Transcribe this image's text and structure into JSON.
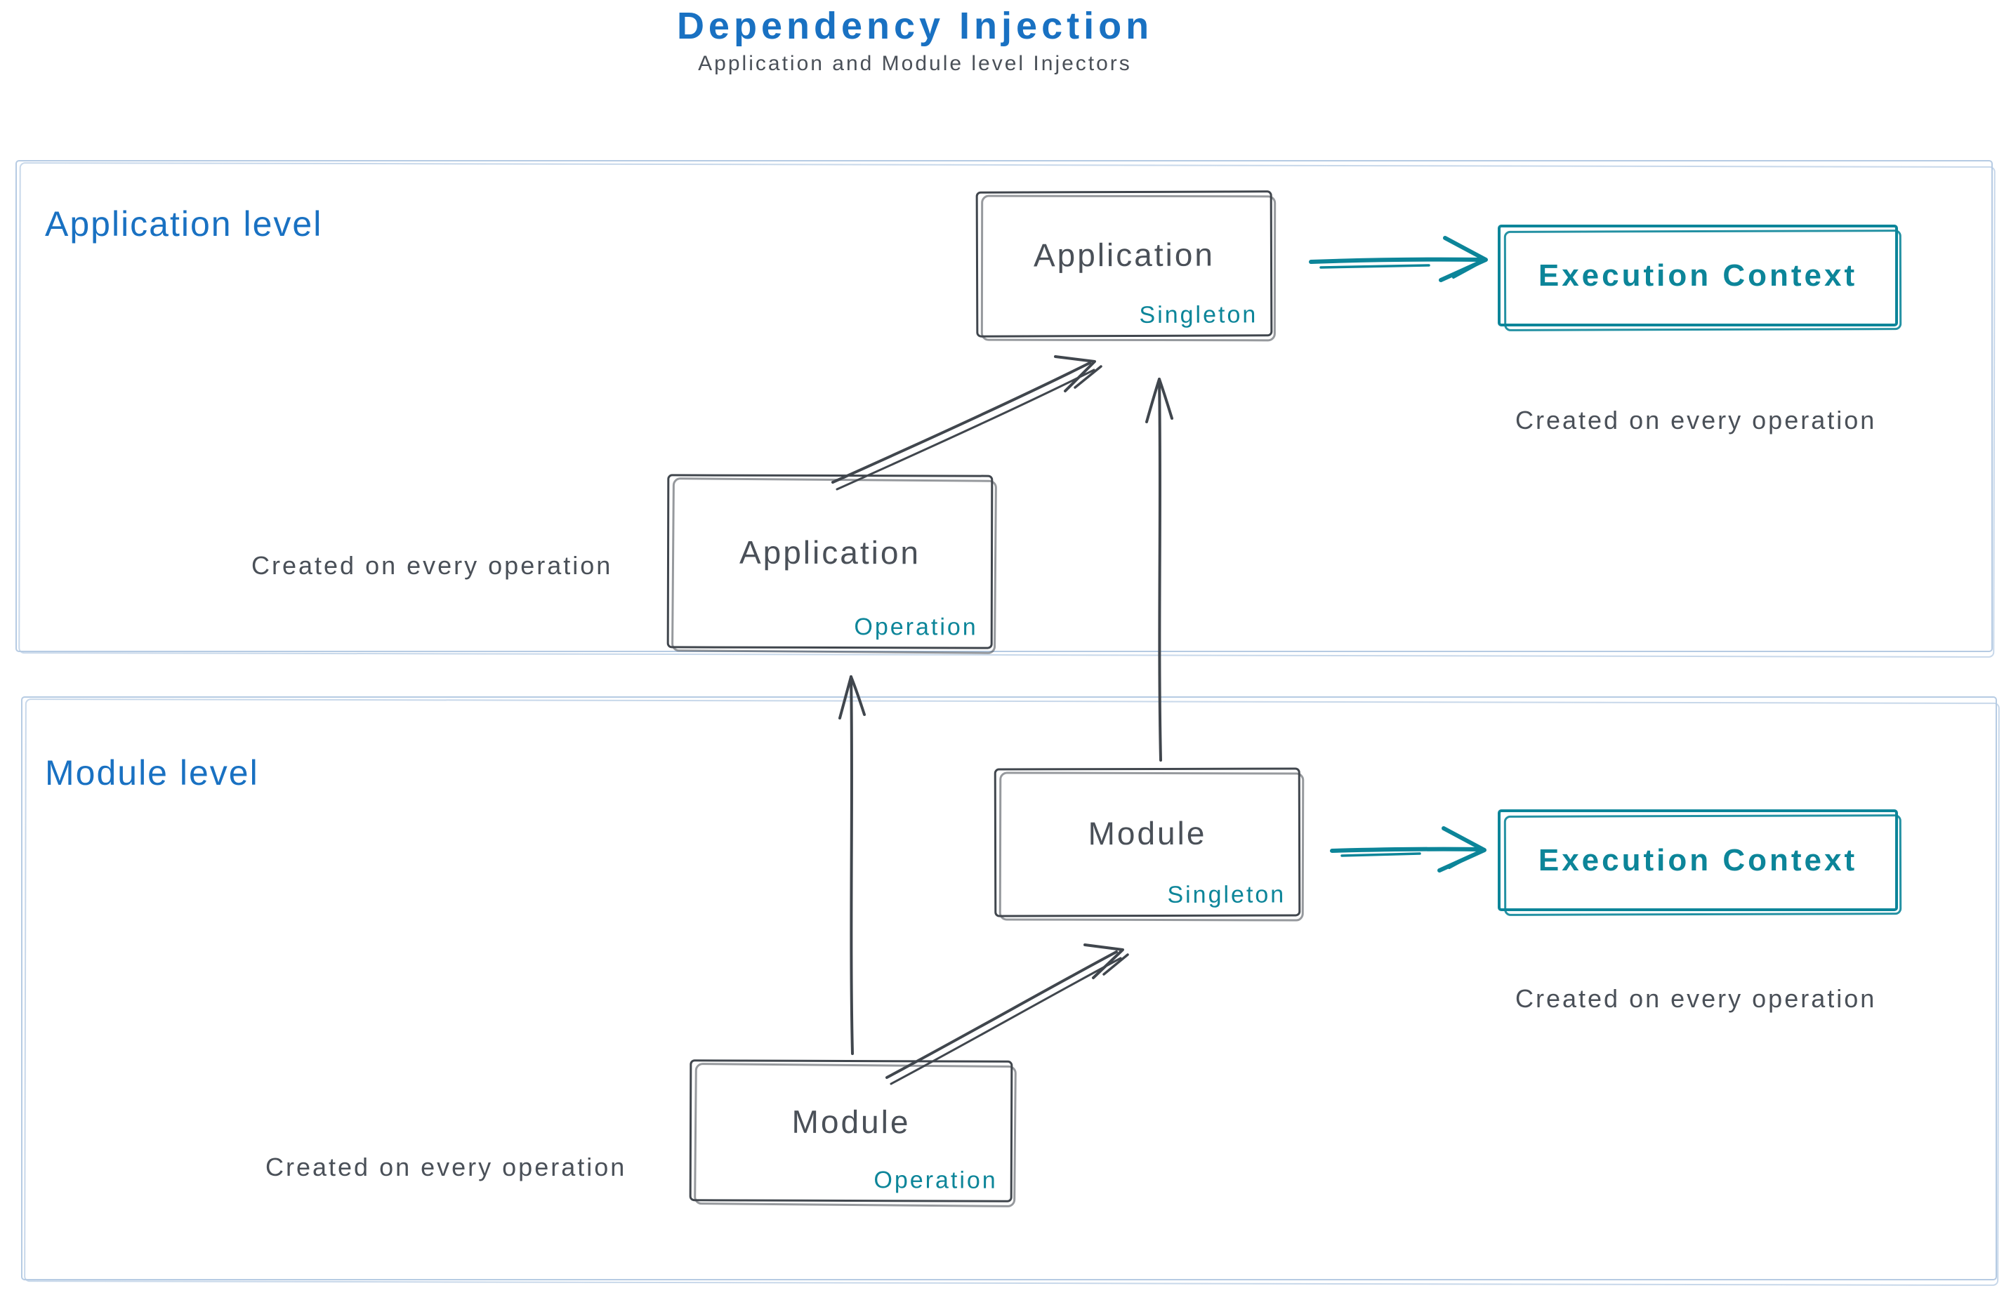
{
  "title": "Dependency Injection",
  "subtitle": "Application and Module level Injectors",
  "colors": {
    "blue": "#1971c2",
    "teal": "#0c8599",
    "ink": "#4a5058",
    "box_border": "#40464d",
    "container_border": "#b6cbe3"
  },
  "sections": {
    "application": {
      "label": "Application level"
    },
    "module": {
      "label": "Module level"
    }
  },
  "nodes": {
    "app_singleton": {
      "title": "Application",
      "badge": "Singleton"
    },
    "app_operation": {
      "title": "Application",
      "badge": "Operation"
    },
    "module_singleton": {
      "title": "Module",
      "badge": "Singleton"
    },
    "module_operation": {
      "title": "Module",
      "badge": "Operation"
    },
    "exec_context_app": {
      "title": "Execution Context"
    },
    "exec_context_module": {
      "title": "Execution Context"
    }
  },
  "captions": {
    "app_exec": "Created on every operation",
    "app_operation": "Created on every operation",
    "module_exec": "Created on every operation",
    "module_operation": "Created on every operation"
  },
  "arrows": [
    {
      "from": "app_operation",
      "to": "app_singleton",
      "color": "dark"
    },
    {
      "from": "module_singleton",
      "to": "app_singleton",
      "color": "dark"
    },
    {
      "from": "module_operation",
      "to": "app_operation",
      "color": "dark"
    },
    {
      "from": "module_operation",
      "to": "module_singleton",
      "color": "dark"
    },
    {
      "from": "app_singleton",
      "to": "exec_context_app",
      "color": "teal"
    },
    {
      "from": "module_singleton",
      "to": "exec_context_module",
      "color": "teal"
    }
  ]
}
